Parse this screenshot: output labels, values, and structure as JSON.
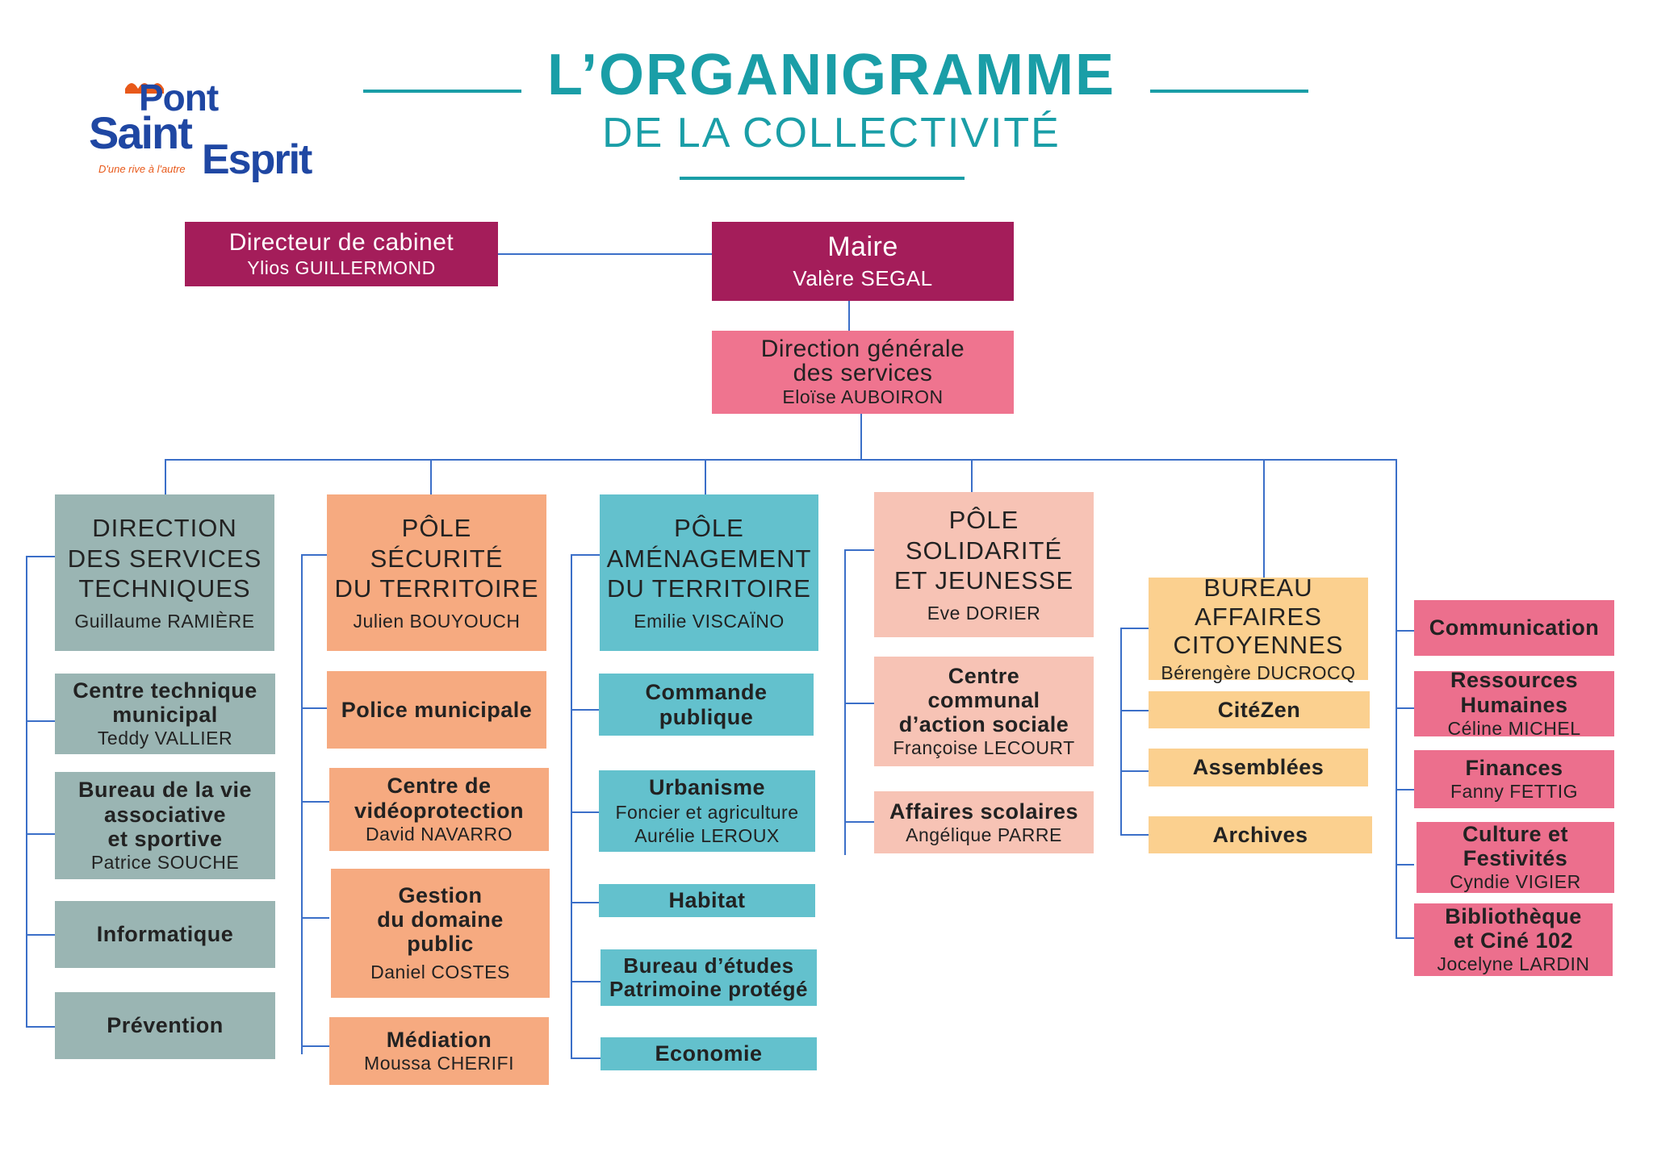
{
  "header": {
    "logo": {
      "line1": "Pont",
      "line2": "Saint",
      "line3": "Esprit",
      "tagline": "D'une rive à l'autre"
    },
    "title": "L’ORGANIGRAMME",
    "subtitle": "DE LA COLLECTIVITÉ"
  },
  "colors": {
    "title": "#1a9ea7",
    "connector": "#3b6fc8",
    "mayor": "#a41d5a",
    "dgs": "#ef748f",
    "technical": "#9ab5b3",
    "security": "#f6aa80",
    "planning": "#63c1cd",
    "solidarity": "#f7c3b5",
    "citizen": "#fbd08f",
    "support": "#ec6f8d"
  },
  "top": {
    "cabinet": {
      "title": "Directeur de cabinet",
      "name": "Ylios GUILLERMOND"
    },
    "mayor": {
      "title": "Maire",
      "name": "Valère SEGAL"
    },
    "dgs": {
      "title": "Direction générale\ndes services",
      "name": "Eloïse AUBOIRON"
    }
  },
  "columns": [
    {
      "head": {
        "title": "DIRECTION\nDES SERVICES\nTECHNIQUES",
        "name": "Guillaume RAMIÈRE"
      },
      "items": [
        {
          "title": "Centre technique\nmunicipal",
          "name": "Teddy VALLIER"
        },
        {
          "title": "Bureau de la vie\nassociative\net sportive",
          "name": "Patrice SOUCHE"
        },
        {
          "title": "Informatique",
          "name": ""
        },
        {
          "title": "Prévention",
          "name": ""
        }
      ]
    },
    {
      "head": {
        "title": "PÔLE\nSÉCURITÉ\nDU TERRITOIRE",
        "name": "Julien BOUYOUCH"
      },
      "items": [
        {
          "title": "Police municipale",
          "name": ""
        },
        {
          "title": "Centre de\nvidéoprotection",
          "name": "David NAVARRO"
        },
        {
          "title": "Gestion\ndu domaine\npublic",
          "name": "Daniel COSTES"
        },
        {
          "title": "Médiation",
          "name": "Moussa CHERIFI"
        }
      ]
    },
    {
      "head": {
        "title": "PÔLE\nAMÉNAGEMENT\nDU TERRITOIRE",
        "name": "Emilie VISCAÏNO"
      },
      "items": [
        {
          "title": "Commande\npublique",
          "name": ""
        },
        {
          "title": "Urbanisme",
          "name": "Foncier et agriculture\nAurélie LEROUX"
        },
        {
          "title": "Habitat",
          "name": ""
        },
        {
          "title": "Bureau d’études\nPatrimoine protégé",
          "name": ""
        },
        {
          "title": "Economie",
          "name": ""
        }
      ]
    },
    {
      "head": {
        "title": "PÔLE\nSOLIDARITÉ\nET JEUNESSE",
        "name": "Eve DORIER"
      },
      "items": [
        {
          "title": "Centre\ncommunal\nd’action sociale",
          "name": "Françoise LECOURT"
        },
        {
          "title": "Affaires scolaires",
          "name": "Angélique PARRE"
        }
      ]
    },
    {
      "head": {
        "title": "BUREAU\nAFFAIRES\nCITOYENNES",
        "name": "Bérengère DUCROCQ"
      },
      "items": [
        {
          "title": "CitéZen",
          "name": ""
        },
        {
          "title": "Assemblées",
          "name": ""
        },
        {
          "title": "Archives",
          "name": ""
        }
      ]
    },
    {
      "head": null,
      "items": [
        {
          "title": "Communication",
          "name": ""
        },
        {
          "title": "Ressources\nHumaines",
          "name": "Céline MICHEL"
        },
        {
          "title": "Finances",
          "name": "Fanny FETTIG"
        },
        {
          "title": "Culture et\nFestivités",
          "name": "Cyndie VIGIER"
        },
        {
          "title": "Bibliothèque\net Ciné 102",
          "name": "Jocelyne LARDIN"
        }
      ]
    }
  ]
}
